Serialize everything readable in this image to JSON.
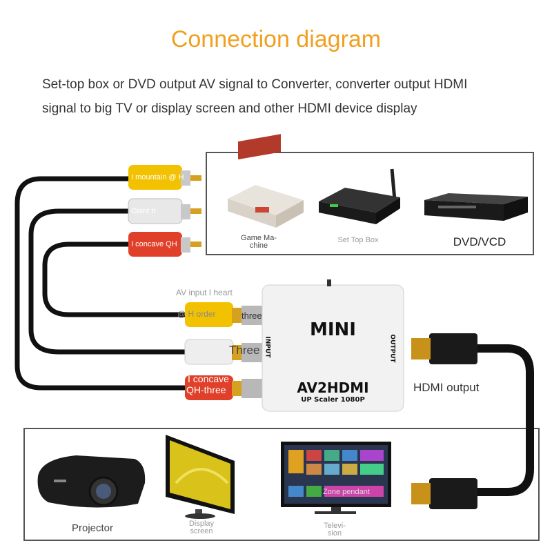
{
  "title": "Connection diagram",
  "description": {
    "line1": "Set-top box or DVD output AV signal to Converter, converter output HDMI",
    "line2": "signal to big TV or display screen and other HDMI device display"
  },
  "sources": [
    {
      "label": "Game Ma-\nchine",
      "icon": "game-machine-icon"
    },
    {
      "label": "Set Top Box",
      "icon": "set-top-box-icon"
    },
    {
      "label": "DVD/VCD",
      "icon": "dvd-player-icon"
    }
  ],
  "rca_plugs_top": [
    {
      "text": "I mountain @ H",
      "color": "#f2c200"
    },
    {
      "text": "Giant tr",
      "color": "#e8e8e8"
    },
    {
      "text": "I concave QH",
      "color": "#e0402a"
    }
  ],
  "av_input_labels": {
    "heading": "AV input I heart",
    "yellow": "@ H order",
    "yellow_suffix": "three",
    "white_suffix": "Three",
    "red_line1": "I concave",
    "red_line2": "QH-three"
  },
  "converter": {
    "brand": "MINI",
    "model": "AV2HDMI",
    "subtitle": "UP Scaler 1080P",
    "input_label": "INPUT",
    "output_label": "OUTPUT"
  },
  "hdmi_output_label": "HDMI output",
  "displays": [
    {
      "label": "Projector",
      "icon": "projector-icon"
    },
    {
      "label": "Display\nscreen",
      "icon": "display-screen-icon"
    },
    {
      "label": "Televi-\nsion",
      "icon": "television-icon"
    }
  ],
  "tv_overlay_text": "Zone pendant",
  "colors": {
    "title": "#f0a020",
    "yellow": "#f2c200",
    "white": "#e8e8e8",
    "red": "#e0402a",
    "gold": "#c8921a",
    "cable": "#111111"
  }
}
